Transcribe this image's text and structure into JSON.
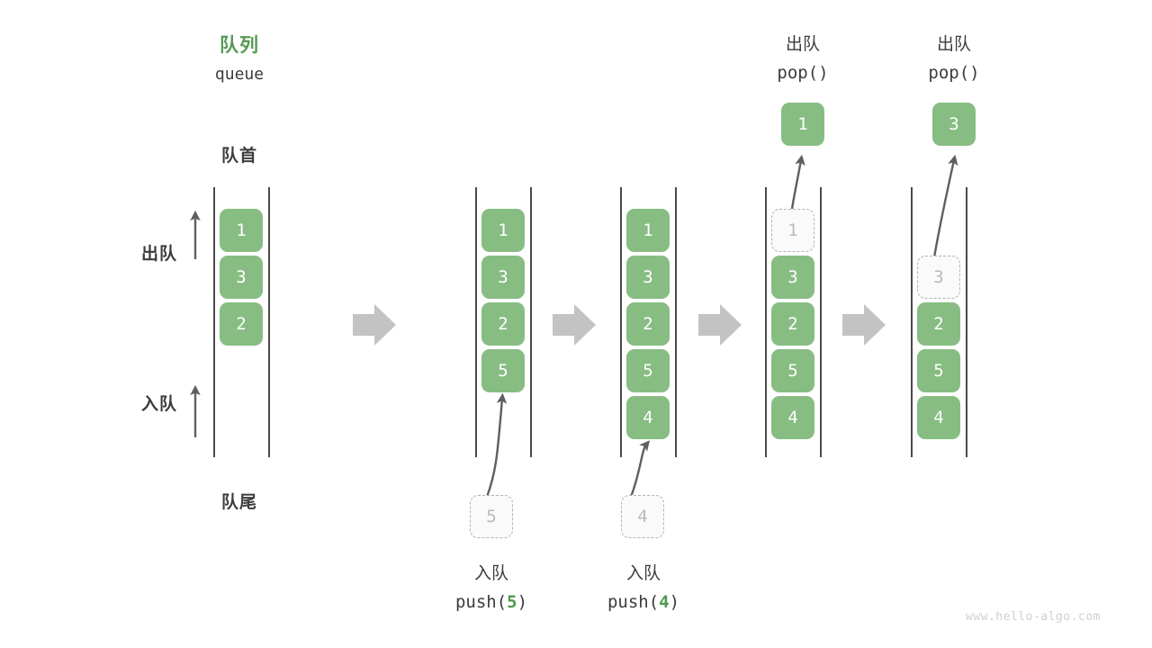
{
  "meta": {
    "watermark": "www.hello-algo.com",
    "colors": {
      "accent_green": "#559a55",
      "cell_green": "#87bd83",
      "cell_text": "#ffffff",
      "ghost_border": "#b3b3b3",
      "ghost_text": "#b9b9b9",
      "rail": "#4a4a4a",
      "arrow_gray": "#5f5f5f",
      "step_arrow_gray": "#c3c3c3",
      "watermark_gray": "#cfcfcf",
      "text_dark": "#3c3c3c"
    }
  },
  "header": {
    "title_cn": "队列",
    "title_en": "queue"
  },
  "anchors": {
    "front_label": "队首",
    "rear_label": "队尾",
    "dequeue_label": "出队",
    "enqueue_label": "入队"
  },
  "stages": [
    {
      "id": "initial",
      "cells": [
        {
          "value": "1",
          "state": "filled"
        },
        {
          "value": "3",
          "state": "filled"
        },
        {
          "value": "2",
          "state": "filled"
        }
      ],
      "caption_cn": "",
      "caption_code": "",
      "incoming": null,
      "outgoing": null
    },
    {
      "id": "push-5",
      "cells": [
        {
          "value": "1",
          "state": "filled"
        },
        {
          "value": "3",
          "state": "filled"
        },
        {
          "value": "2",
          "state": "filled"
        },
        {
          "value": "5",
          "state": "filled"
        }
      ],
      "caption_cn": "入队",
      "caption_code_pre": "push(",
      "caption_code_num": "5",
      "caption_code_post": ")",
      "incoming": {
        "value": "5",
        "state": "ghost"
      },
      "outgoing": null
    },
    {
      "id": "push-4",
      "cells": [
        {
          "value": "1",
          "state": "filled"
        },
        {
          "value": "3",
          "state": "filled"
        },
        {
          "value": "2",
          "state": "filled"
        },
        {
          "value": "5",
          "state": "filled"
        },
        {
          "value": "4",
          "state": "filled"
        }
      ],
      "caption_cn": "入队",
      "caption_code_pre": "push(",
      "caption_code_num": "4",
      "caption_code_post": ")",
      "incoming": {
        "value": "4",
        "state": "ghost"
      },
      "outgoing": null
    },
    {
      "id": "pop-1",
      "cells": [
        {
          "value": "1",
          "state": "ghost"
        },
        {
          "value": "3",
          "state": "filled"
        },
        {
          "value": "2",
          "state": "filled"
        },
        {
          "value": "5",
          "state": "filled"
        },
        {
          "value": "4",
          "state": "filled"
        }
      ],
      "caption_cn": "出队",
      "caption_code_pre": "pop(",
      "caption_code_num": "",
      "caption_code_post": ")",
      "incoming": null,
      "outgoing": {
        "value": "1",
        "state": "filled"
      }
    },
    {
      "id": "pop-3",
      "cells": [
        {
          "value": "",
          "state": "empty"
        },
        {
          "value": "3",
          "state": "ghost"
        },
        {
          "value": "2",
          "state": "filled"
        },
        {
          "value": "5",
          "state": "filled"
        },
        {
          "value": "4",
          "state": "filled"
        }
      ],
      "caption_cn": "出队",
      "caption_code_pre": "pop(",
      "caption_code_num": "",
      "caption_code_post": ")",
      "incoming": null,
      "outgoing": {
        "value": "3",
        "state": "filled"
      }
    }
  ]
}
